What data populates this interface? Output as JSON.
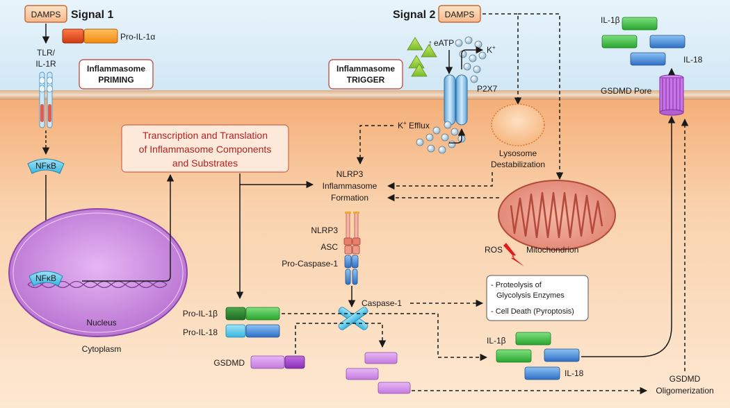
{
  "signals": {
    "signal1_damps": "DAMPS",
    "signal1_title": "Signal 1",
    "signal2_title": "Signal 2",
    "signal2_damps": "DAMPS"
  },
  "receptors": {
    "tlr_line1": "TLR/",
    "tlr_line2": "IL-1R",
    "p2x7": "P2X7",
    "gsdmd_pore": "GSDMD Pore"
  },
  "boxes": {
    "priming_line1": "Inflammasome",
    "priming_line2": "PRIMING",
    "trigger_line1": "Inflammasome",
    "trigger_line2": "TRIGGER",
    "transcription_line1": "Transcription and Translation",
    "transcription_line2": "of Inflammasome Components",
    "transcription_line3": "and Substrates"
  },
  "molecules": {
    "pro_il1a": "Pro-IL-1α",
    "nfkb_top": "NFκB",
    "nfkb_nucleus": "NFκB",
    "eatp": "eATP",
    "k_plus": "K",
    "k_efflux": "K",
    "efflux_word": " Efflux",
    "plus": "+",
    "il1b_out": "IL-1β",
    "il18_out": "IL-18",
    "pro_il1b": "Pro-IL-1β",
    "pro_il18": "Pro-IL-18",
    "gsdmd": "GSDMD",
    "il1b_in": "IL-1β",
    "il18_in": "IL-18"
  },
  "compartments": {
    "nucleus": "Nucleus",
    "cytoplasm": "Cytoplasm",
    "lysosome_line1": "Lysosome",
    "lysosome_line2": "Destabilization",
    "ros": "ROS",
    "mitochondrion": "Mitochondrion"
  },
  "inflammasome": {
    "formation_line1": "NLRP3",
    "formation_line2": "Inflammasome",
    "formation_line3": "Formation",
    "nlrp3": "NLRP3",
    "asc": "ASC",
    "pro_caspase": "Pro-Caspase-1",
    "caspase": "Caspase-1"
  },
  "outcomes": {
    "line1": "- Proteolysis of",
    "line2": "Glycolysis Enzymes",
    "line3": "- Cell Death (Pyroptosis)",
    "gsdmd_olig_line1": "GSDMD",
    "gsdmd_olig_line2": "Oligomerization"
  },
  "colors": {
    "extracellular": "#d8ecf8",
    "cytoplasm": "#f7c9a0",
    "membrane": "#e5b890",
    "nucleus": "#cf8fe0",
    "mitochondrion": "#ef9e88",
    "green": "#3cb34a",
    "blue": "#3b82d6",
    "purple": "#c27be0",
    "title_red": "#b22222"
  }
}
